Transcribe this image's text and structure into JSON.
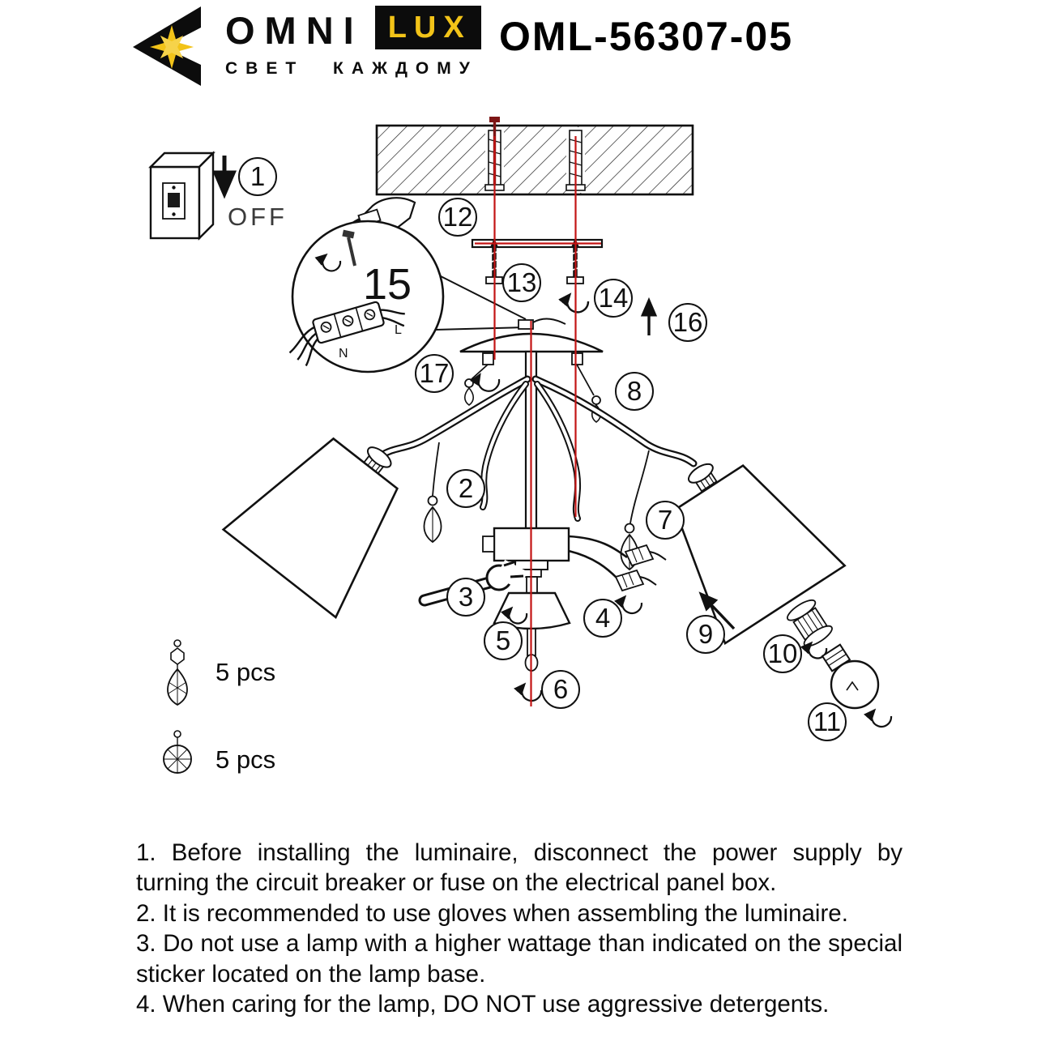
{
  "header": {
    "brand": {
      "name_first": "OMNI",
      "name_box": "LUX",
      "tagline": "СВЕТ КАЖДОМУ"
    },
    "model": "OML-56307-05"
  },
  "diagram": {
    "switch_state_label": "OFF",
    "wire_labels": {
      "live": "L",
      "neutral": "N"
    },
    "callouts": [
      "1",
      "2",
      "3",
      "4",
      "5",
      "6",
      "7",
      "8",
      "9",
      "10",
      "11",
      "12",
      "13",
      "14",
      "15",
      "16",
      "17"
    ],
    "parts": [
      {
        "icon": "crystal-drop-pendant-icon",
        "qty": "5 pcs"
      },
      {
        "icon": "crystal-ball-pendant-icon",
        "qty": "5 pcs"
      }
    ],
    "colors": {
      "brand_yellow": "#F2C318",
      "alignment_red": "#C31414"
    }
  },
  "instructions": [
    "1. Before installing the luminaire, disconnect the power supply by turning the circuit breaker or fuse on the electrical panel box.",
    "2. It is recommended to use gloves when assembling the luminaire.",
    "3. Do not use a lamp with a higher wattage than indicated on the special sticker located on the lamp base.",
    "4. When caring for the lamp, DO NOT use aggressive detergents."
  ]
}
